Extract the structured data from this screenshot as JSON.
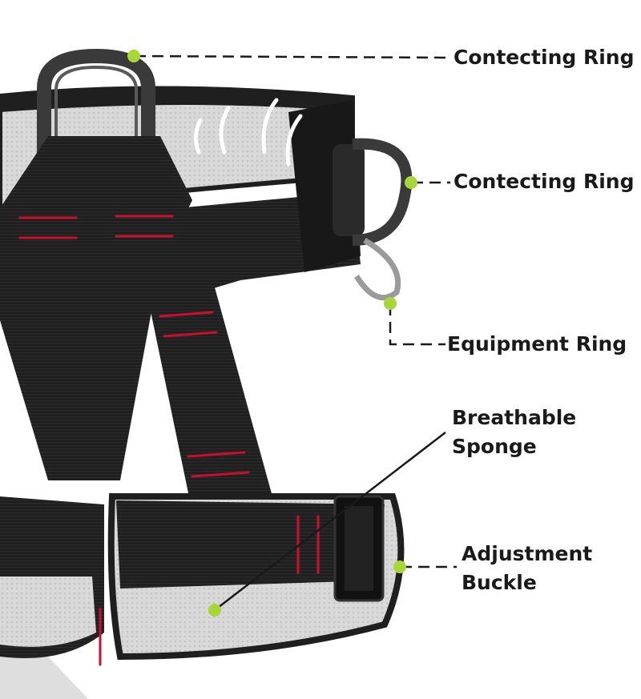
{
  "callouts": {
    "connecting_ring_top": {
      "text": "Contecting Ring"
    },
    "connecting_ring_side": {
      "text": "Contecting Ring"
    },
    "equipment_ring": {
      "text": "Equipment Ring"
    },
    "breathable_sponge": {
      "line1": "Breathable",
      "line2": "Sponge"
    },
    "adjustment_buckle": {
      "line1": "Adjustment",
      "line2": "Buckle"
    }
  },
  "colors": {
    "marker_dot": "#a6d638",
    "webbing": "#1f1f1f",
    "stitching": "#c8102e",
    "padding_mesh": "#dcdcdc",
    "ring_metal": "#3a3a3a",
    "label_text": "#1a1a1a"
  }
}
